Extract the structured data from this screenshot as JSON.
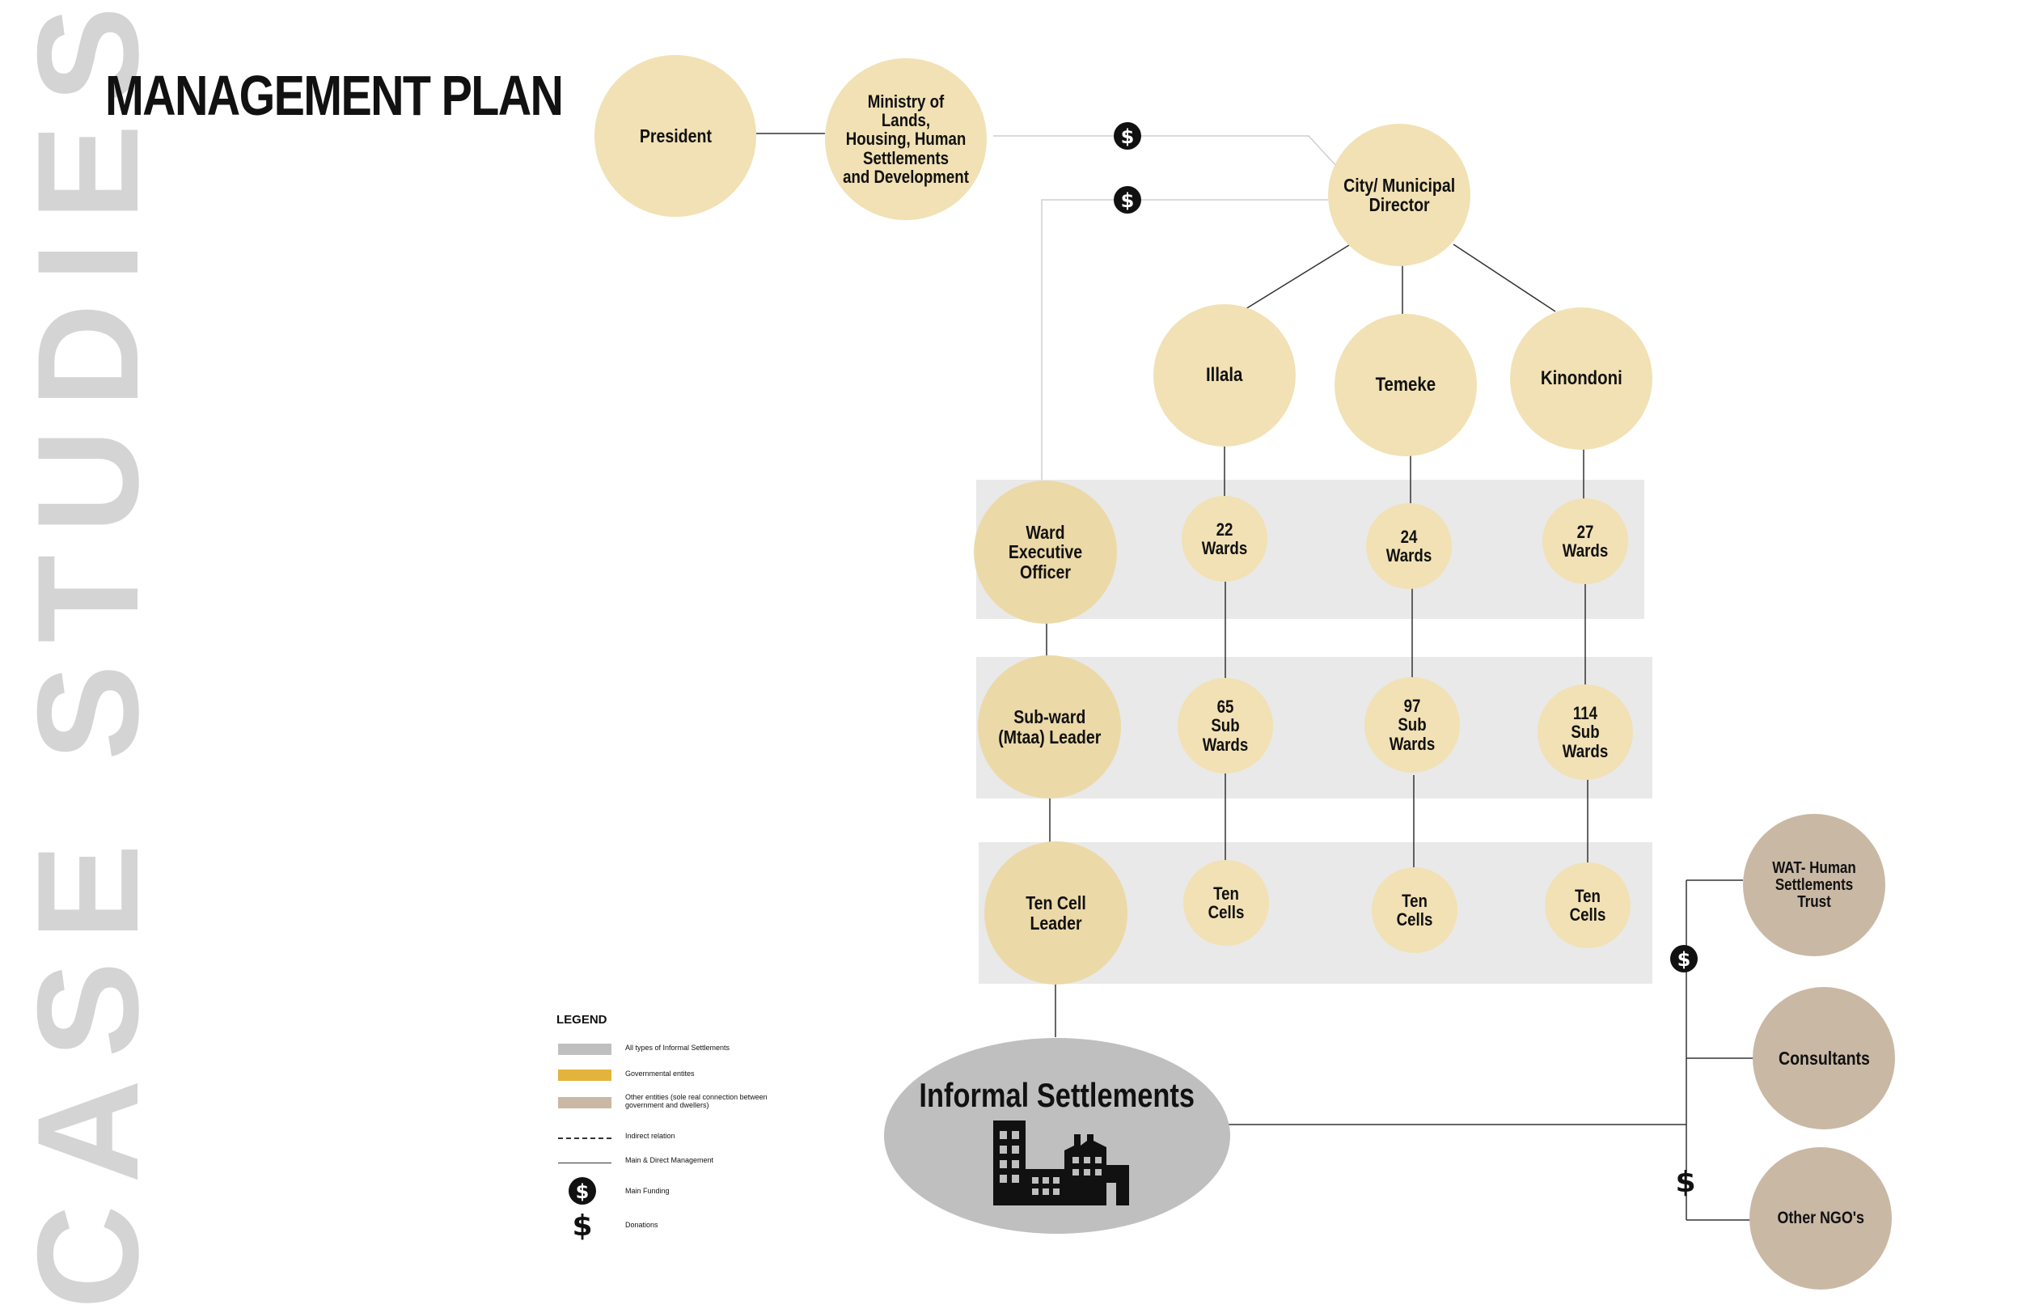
{
  "vertical_title": "CASE STUDIES",
  "title": "MANAGEMENT PLAN",
  "colors": {
    "governmental": "#f1e1b4",
    "other_entities": "#c9b8a4",
    "informal_settlements": "#bfbfbf",
    "band": "#e9e9e9",
    "legend_governmental": "#e2b43c"
  },
  "nodes": {
    "president": "President",
    "ministry": "Ministry of Lands,\nHousing, Human\nSettlements\nand Development",
    "director": "City/ Municipal\nDirector",
    "ilala": "Illala",
    "temeke": "Temeke",
    "kinondoni": "Kinondoni",
    "ward_exec": "Ward Executive\nOfficer",
    "wards_22": "22 Wards",
    "wards_24": "24 Wards",
    "wards_27": "27 Wards",
    "subward_leader": "Sub-ward\n(Mtaa) Leader",
    "subwards_65": "65\nSub Wards",
    "subwards_97": "97\nSub Wards",
    "subwards_114": "114\nSub Wards",
    "ten_cell_leader": "Ten Cell Leader",
    "ten_cells_1": "Ten Cells",
    "ten_cells_2": "Ten Cells",
    "ten_cells_3": "Ten Cells",
    "wat": "WAT- Human\nSettlements Trust",
    "consultants": "Consultants",
    "ngos": "Other NGO's",
    "informal": "Informal Settlements"
  },
  "legend": {
    "title": "LEGEND",
    "items": [
      "All types of Informal Settlements",
      "Governmental entites",
      "Other entities (sole real connection between government and dwellers)",
      "Indirect relation",
      "Main & Direct Management",
      "Main Funding",
      "Donations"
    ]
  },
  "icons": {
    "main_funding": "dollar-circle-icon",
    "donations": "dollar-sign-icon",
    "buildings": "buildings-icon"
  }
}
